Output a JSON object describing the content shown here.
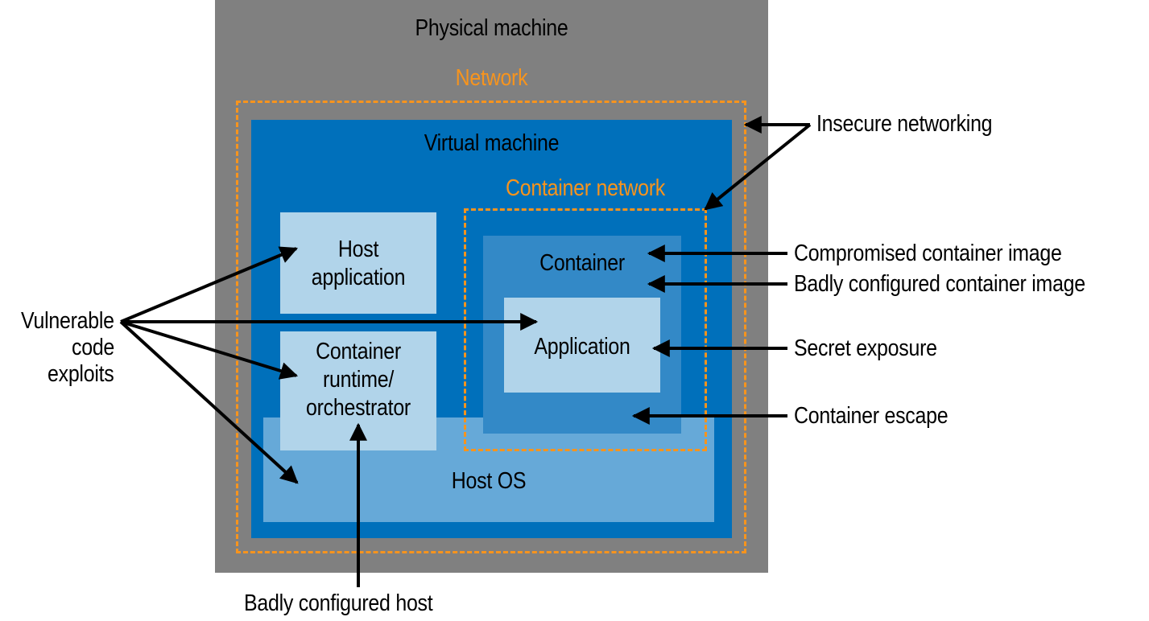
{
  "diagram": {
    "title": "Container threat model",
    "layers": {
      "physical_machine": "Physical machine",
      "network": "Network",
      "virtual_machine": "Virtual machine",
      "container_network": "Container network",
      "host_application": [
        "Host",
        "application"
      ],
      "container_runtime": [
        "Container",
        "runtime/",
        "orchestrator"
      ],
      "container": "Container",
      "application": "Application",
      "host_os": "Host OS"
    },
    "threats": {
      "vulnerable_code": [
        "Vulnerable",
        "code",
        "exploits"
      ],
      "insecure_networking": "Insecure networking",
      "compromised_image": "Compromised container image",
      "badly_configured_image": "Badly configured container image",
      "secret_exposure": "Secret exposure",
      "container_escape": "Container escape",
      "badly_configured_host": "Badly configured host"
    },
    "colors": {
      "physical": "#808080",
      "network_dash": "#f7941d",
      "vm": "#0070bb",
      "container": "#3389c7",
      "host_os": "#66a9d8",
      "light_box": "#b1d4ea",
      "arrow": "#000000"
    }
  }
}
